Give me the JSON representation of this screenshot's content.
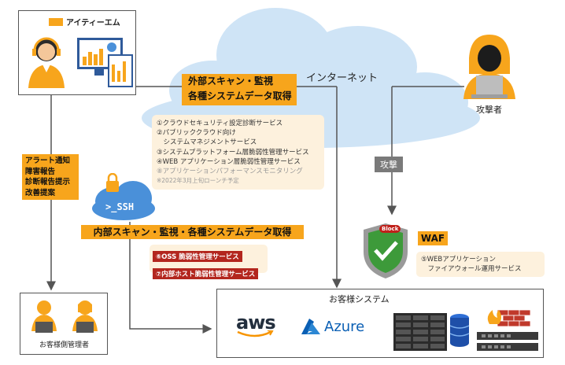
{
  "company": {
    "name": "アイティーエム"
  },
  "internet_label": "インターネット",
  "attacker_label": "攻撃者",
  "attack_label": "攻撃",
  "block_label": "Block",
  "waf": {
    "label": "WAF",
    "service": "⑤WEBアプリケーション\n　ファイアウォール運用サービス"
  },
  "external": {
    "title_line1": "外部スキャン・監視",
    "title_line2": "各種システムデータ取得",
    "services": [
      "①クラウドセキュリティ設定診断サービス",
      "②パブリッククラウド向け",
      "　システムマネジメントサービス",
      "③システムプラットフォーム層脆弱性管理サービス",
      "④WEB アプリケーション層脆弱性管理サービス"
    ],
    "upcoming_service": "⑧アプリケーションパフォーマンスモニタリング",
    "upcoming_note": "※2022年3月上旬ローンチ予定"
  },
  "alerts": [
    "アラート通知",
    "障害報告",
    "診断報告提示",
    "改善提案"
  ],
  "ssh_label": ">_SSH",
  "internal": {
    "title": "内部スキャン・監視・各種システムデータ取得",
    "services": [
      "⑥OSS 脆弱性管理サービス",
      "⑦内部ホスト脆弱性管理サービス"
    ]
  },
  "customer_admin_label": "お客様側管理者",
  "customer_system": {
    "title": "お客様システム",
    "aws": "aws",
    "azure": "Azure"
  },
  "colors": {
    "orange": "#f7a51c",
    "cloud": "#cfe4f6",
    "red": "#b3261e",
    "navy": "#1e3a6e"
  }
}
